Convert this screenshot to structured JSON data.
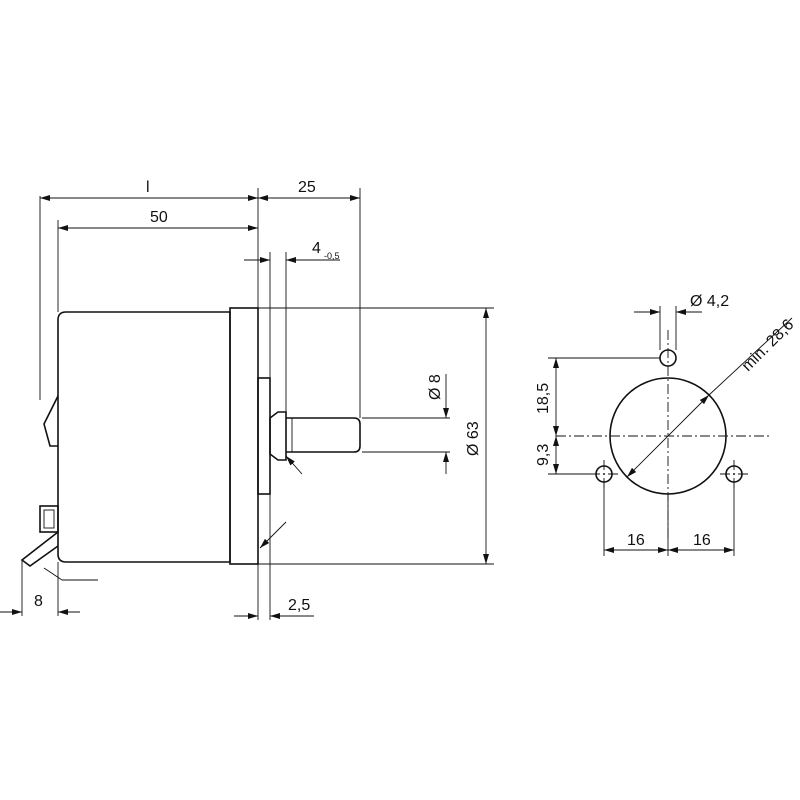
{
  "side_view": {
    "dim_length_label": "l",
    "dim_body_label": "50",
    "dim_shaft_label": "25",
    "dim_step_label": "4",
    "dim_step_tolerance": "-0,5",
    "dim_shaft_dia_label": "Ø 8",
    "dim_body_dia_label": "Ø 63",
    "dim_terminal_label": "8",
    "dim_flange_label": "2,5"
  },
  "front_view": {
    "dim_hole_dia_label": "Ø 4,2",
    "dim_pilot_dia_label": "min. 28,6",
    "dim_top_hole_label": "18,5",
    "dim_bottom_hole_label": "9,3",
    "dim_left_spacing_label": "16",
    "dim_right_spacing_label": "16"
  }
}
